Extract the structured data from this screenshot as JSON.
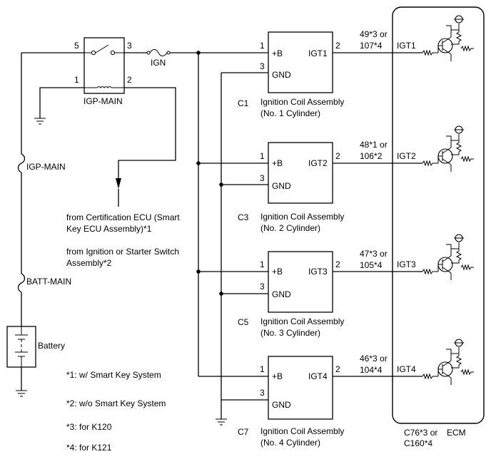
{
  "relay": {
    "name": "IGP-MAIN",
    "pin_switch_in": "5",
    "pin_switch_out": "3",
    "pin_coil_a": "1",
    "pin_coil_b": "2"
  },
  "fuses": {
    "ign": "IGN",
    "igp_main": "IGP-MAIN",
    "batt_main": "BATT-MAIN"
  },
  "battery_label": "Battery",
  "source_notes": {
    "line1": "from Certification ECU (Smart",
    "line2": "Key ECU Assembly)*1",
    "line3": "from Ignition or Starter Switch",
    "line4": "Assembly*2"
  },
  "footnotes": [
    "*1: w/ Smart Key System",
    "*2: w/o Smart Key System",
    "*3: for K120",
    "*4: for K121"
  ],
  "coils": [
    {
      "connector": "C1",
      "pin_b": "1",
      "pin_gnd": "3",
      "pin_igt": "2",
      "label_b": "+B",
      "label_gnd": "GND",
      "label_igt": "IGT1",
      "name1": "Ignition Coil Assembly",
      "name2": "(No. 1 Cylinder)",
      "ecm_pin1": "49*3 or",
      "ecm_pin2": "107*4",
      "ecm_signal": "IGT1"
    },
    {
      "connector": "C3",
      "pin_b": "1",
      "pin_gnd": "3",
      "pin_igt": "2",
      "label_b": "+B",
      "label_gnd": "GND",
      "label_igt": "IGT2",
      "name1": "Ignition Coil Assembly",
      "name2": "(No. 2 Cylinder)",
      "ecm_pin1": "48*1 or",
      "ecm_pin2": "106*2",
      "ecm_signal": "IGT2"
    },
    {
      "connector": "C5",
      "pin_b": "1",
      "pin_gnd": "3",
      "pin_igt": "2",
      "label_b": "+B",
      "label_gnd": "GND",
      "label_igt": "IGT3",
      "name1": "Ignition Coil Assembly",
      "name2": "(No. 3 Cylinder)",
      "ecm_pin1": "47*3 or",
      "ecm_pin2": "105*4",
      "ecm_signal": "IGT3"
    },
    {
      "connector": "C7",
      "pin_b": "1",
      "pin_gnd": "3",
      "pin_igt": "2",
      "label_b": "+B",
      "label_gnd": "GND",
      "label_igt": "IGT4",
      "name1": "Ignition Coil Assembly",
      "name2": "(No. 4 Cylinder)",
      "ecm_pin1": "46*3 or",
      "ecm_pin2": "104*4",
      "ecm_signal": "IGT4"
    }
  ],
  "ecm": {
    "connector1": "C76*3 or",
    "connector2": "C160*4",
    "name": "ECM"
  }
}
